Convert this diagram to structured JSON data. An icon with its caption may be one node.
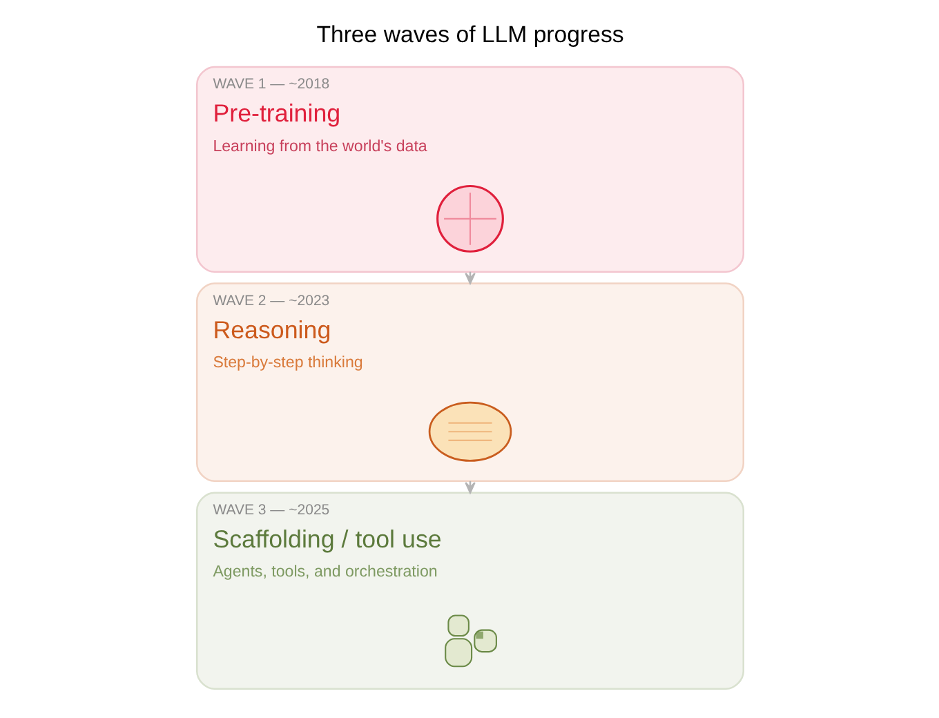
{
  "diagram": {
    "title": "Three waves of LLM progress",
    "nodes": [
      {
        "text": [
          "WAVE 1 — ~2018",
          "Pre-training",
          "Learning from the world's data"
        ]
      },
      {
        "text": [],
        "shape": "picture",
        "in": 0
      },
      {
        "text": [
          "WAVE 2 — ~2023",
          "Reasoning",
          "Step-by-step thinking"
        ]
      },
      {
        "text": [],
        "shape": "picture",
        "in": 2
      },
      {
        "text": [
          "WAVE 3 — ~2025",
          "Scaffolding / tool use",
          "Agents, tools, and orchestration"
        ]
      },
      {
        "text": [],
        "shape": "picture",
        "in": 4
      }
    ],
    "edges": [
      {
        "from": 0,
        "to": 2,
        "arrow": "to"
      },
      {
        "from": 2,
        "to": 4,
        "arrow": "to"
      }
    ]
  }
}
